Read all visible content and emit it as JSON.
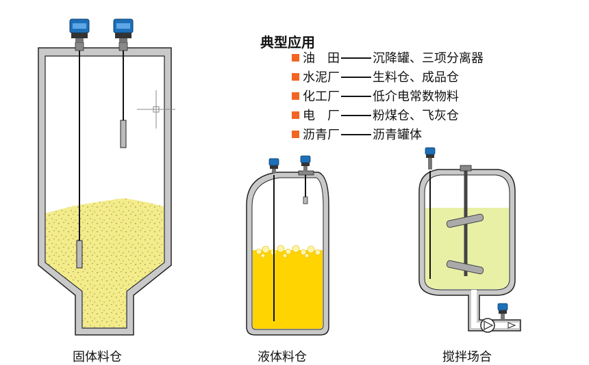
{
  "legend": {
    "title": "典型应用",
    "items": [
      {
        "industry": "油　田",
        "use": "沉降罐、三项分离器"
      },
      {
        "industry": "水泥厂",
        "use": "生料仓、成品仓"
      },
      {
        "industry": "化工厂",
        "use": "低介电常数物料"
      },
      {
        "industry": "电　厂",
        "use": "粉煤仓、飞灰仓"
      },
      {
        "industry": "沥青厂",
        "use": "沥青罐体"
      }
    ],
    "bullet_color": "#f26522"
  },
  "captions": {
    "solid": "固体料仓",
    "liquid": "液体料仓",
    "mixer": "搅拌场合"
  },
  "colors": {
    "wall": "#c9c9c9",
    "solid_fill": "#f4ec8a",
    "liquid_fill": "#ffd400",
    "mixer_fill": "#e8f0a6",
    "sensor_head": "#1c6fb8"
  }
}
